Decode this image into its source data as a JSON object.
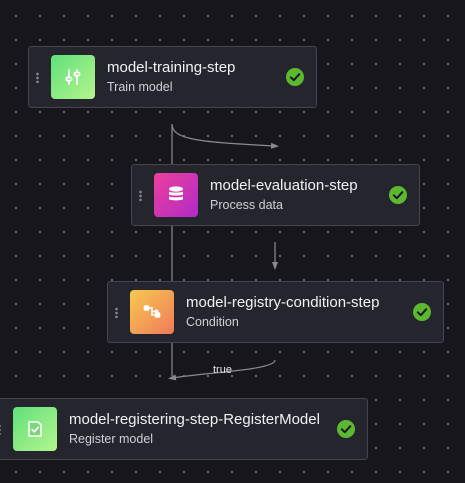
{
  "pipeline": {
    "steps": [
      {
        "name": "model-training-step",
        "subtitle": "Train model",
        "icon": "sliders-icon",
        "status": "succeeded"
      },
      {
        "name": "model-evaluation-step",
        "subtitle": "Process data",
        "icon": "database-icon",
        "status": "succeeded"
      },
      {
        "name": "model-registry-condition-step",
        "subtitle": "Condition",
        "icon": "branch-icon",
        "status": "succeeded"
      },
      {
        "name": "model-registering-step-RegisterModel",
        "subtitle": "Register model",
        "icon": "register-check-icon",
        "status": "succeeded"
      }
    ],
    "edge_labels": {
      "condition_true": "true"
    }
  },
  "colors": {
    "background": "#16161c",
    "node_background": "#25252d",
    "status_success": "#5cb82e",
    "edge": "#8a8a94"
  }
}
